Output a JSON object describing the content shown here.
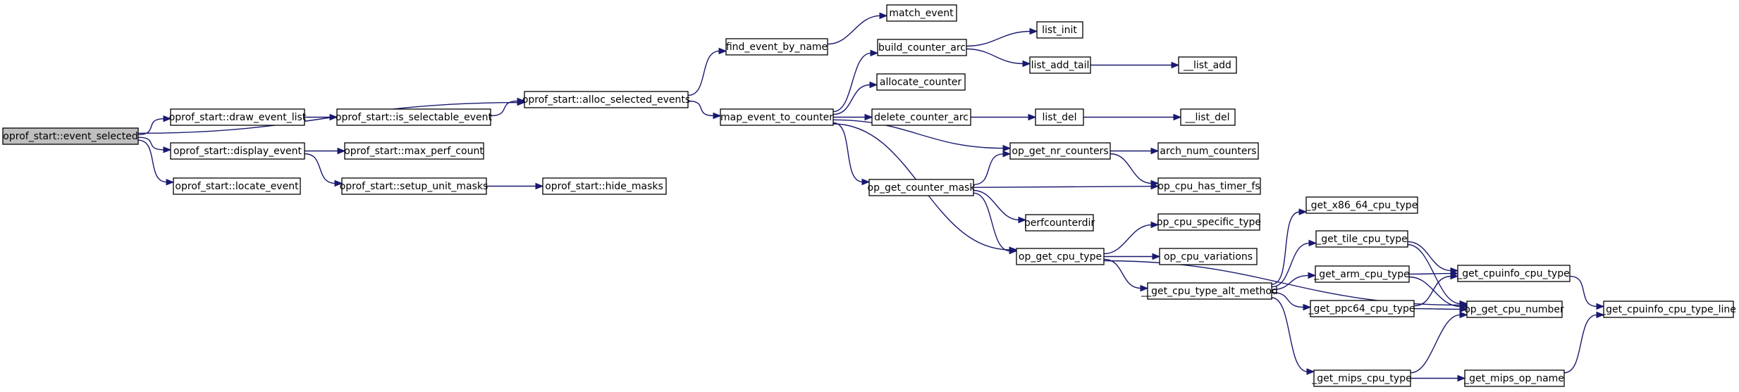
{
  "colors": {
    "edge": "#191970",
    "root_fill": "#bfbfbf",
    "node_fill": "#ffffff",
    "border": "#000000"
  },
  "nodes": {
    "n0": {
      "label": "oprof_start::event_selected",
      "root": true
    },
    "n1": {
      "label": "oprof_start::alloc_selected_events"
    },
    "n2": {
      "label": "oprof_start::draw_event_list"
    },
    "n3": {
      "label": "oprof_start::is_selectable_event"
    },
    "n4": {
      "label": "oprof_start::display_event"
    },
    "n5": {
      "label": "oprof_start::max_perf_count"
    },
    "n6": {
      "label": "oprof_start::setup_unit_masks"
    },
    "n7": {
      "label": "oprof_start::hide_masks"
    },
    "n8": {
      "label": "oprof_start::locate_event"
    },
    "n9": {
      "label": "find_event_by_name"
    },
    "n10": {
      "label": "match_event"
    },
    "n11": {
      "label": "map_event_to_counter"
    },
    "n12": {
      "label": "build_counter_arc"
    },
    "n13": {
      "label": "list_init"
    },
    "n14": {
      "label": "list_add_tail"
    },
    "n15": {
      "label": "__list_add"
    },
    "n16": {
      "label": "allocate_counter"
    },
    "n17": {
      "label": "delete_counter_arc"
    },
    "n18": {
      "label": "list_del"
    },
    "n19": {
      "label": "__list_del"
    },
    "n20": {
      "label": "op_get_nr_counters"
    },
    "n21": {
      "label": "arch_num_counters"
    },
    "n22": {
      "label": "op_cpu_has_timer_fs"
    },
    "n23": {
      "label": "op_get_counter_mask"
    },
    "n24": {
      "label": "perfcounterdir"
    },
    "n25": {
      "label": "op_get_cpu_type"
    },
    "n26": {
      "label": "op_cpu_specific_type"
    },
    "n27": {
      "label": "op_cpu_variations"
    },
    "n28": {
      "label": "__get_cpu_type_alt_method"
    },
    "n29": {
      "label": "_get_x86_64_cpu_type"
    },
    "n30": {
      "label": "_get_tile_cpu_type"
    },
    "n31": {
      "label": "_get_arm_cpu_type"
    },
    "n32": {
      "label": "_get_ppc64_cpu_type"
    },
    "n33": {
      "label": "_get_mips_cpu_type"
    },
    "n34": {
      "label": "_get_cpuinfo_cpu_type"
    },
    "n35": {
      "label": "op_get_cpu_number"
    },
    "n36": {
      "label": "_get_cpuinfo_cpu_type_line"
    },
    "n37": {
      "label": "_get_mips_op_name"
    }
  },
  "edges": [
    [
      "n0",
      "n1"
    ],
    [
      "n0",
      "n2"
    ],
    [
      "n0",
      "n4"
    ],
    [
      "n0",
      "n8"
    ],
    [
      "n1",
      "n9"
    ],
    [
      "n1",
      "n11"
    ],
    [
      "n2",
      "n3"
    ],
    [
      "n3",
      "n1"
    ],
    [
      "n4",
      "n5"
    ],
    [
      "n4",
      "n6"
    ],
    [
      "n6",
      "n7"
    ],
    [
      "n9",
      "n10"
    ],
    [
      "n11",
      "n12"
    ],
    [
      "n11",
      "n16"
    ],
    [
      "n11",
      "n17"
    ],
    [
      "n11",
      "n20"
    ],
    [
      "n11",
      "n23"
    ],
    [
      "n11",
      "n25"
    ],
    [
      "n12",
      "n13"
    ],
    [
      "n12",
      "n14"
    ],
    [
      "n14",
      "n15"
    ],
    [
      "n17",
      "n18"
    ],
    [
      "n18",
      "n19"
    ],
    [
      "n20",
      "n21"
    ],
    [
      "n20",
      "n22"
    ],
    [
      "n23",
      "n20"
    ],
    [
      "n23",
      "n22"
    ],
    [
      "n23",
      "n24"
    ],
    [
      "n23",
      "n25"
    ],
    [
      "n25",
      "n26"
    ],
    [
      "n25",
      "n27"
    ],
    [
      "n25",
      "n28"
    ],
    [
      "n25",
      "n35"
    ],
    [
      "n28",
      "n29"
    ],
    [
      "n28",
      "n30"
    ],
    [
      "n28",
      "n31"
    ],
    [
      "n28",
      "n32"
    ],
    [
      "n28",
      "n33"
    ],
    [
      "n30",
      "n34"
    ],
    [
      "n30",
      "n35"
    ],
    [
      "n31",
      "n34"
    ],
    [
      "n31",
      "n35"
    ],
    [
      "n32",
      "n34"
    ],
    [
      "n32",
      "n35"
    ],
    [
      "n33",
      "n35"
    ],
    [
      "n33",
      "n37"
    ],
    [
      "n34",
      "n36"
    ],
    [
      "n37",
      "n36"
    ]
  ]
}
